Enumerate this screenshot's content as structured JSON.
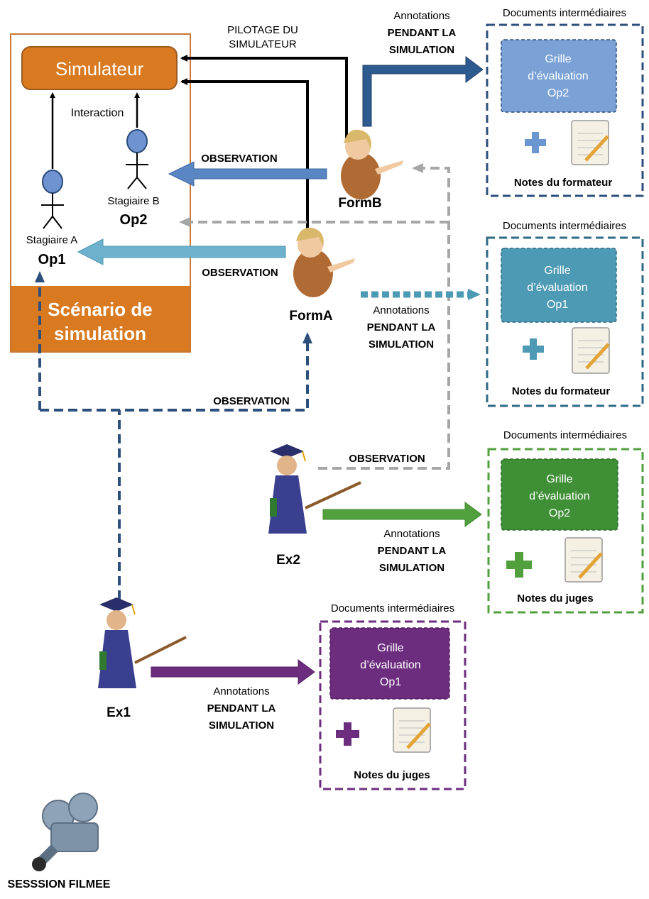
{
  "simulator": {
    "title": "Simulateur",
    "interaction": "Interaction",
    "trainee_a": "Stagiaire A",
    "op_a": "Op1",
    "trainee_b": "Stagiaire B",
    "op_b": "Op2",
    "scenario_line1": "Scénario de",
    "scenario_line2": "simulation"
  },
  "pilotage": {
    "line1": "PILOTAGE DU",
    "line2": "SIMULATEUR"
  },
  "observation": "OBSERVATION",
  "annotations": {
    "line1": "Annotations",
    "line2": "PENDANT LA",
    "line3": "SIMULATION"
  },
  "actors": {
    "formB": "FormB",
    "formA": "FormA",
    "ex2": "Ex2",
    "ex1": "Ex1"
  },
  "documents": {
    "header": "Documents intermédiaires",
    "grid_line1": "Grille",
    "grid_line2": "d’évaluation",
    "op1": "Op1",
    "op2": "Op2",
    "notes_formateur": "Notes du formateur",
    "notes_juges": "Notes du juges"
  },
  "session": "SESSSION FILMEE",
  "colors": {
    "orange": "#d97a21",
    "blue_dark": "#2d4f7c",
    "blue_mid": "#5a86c4",
    "teal": "#4d9ab4",
    "green": "#52a03d",
    "purple": "#6d2d7f",
    "gray": "#a6a6a6"
  }
}
